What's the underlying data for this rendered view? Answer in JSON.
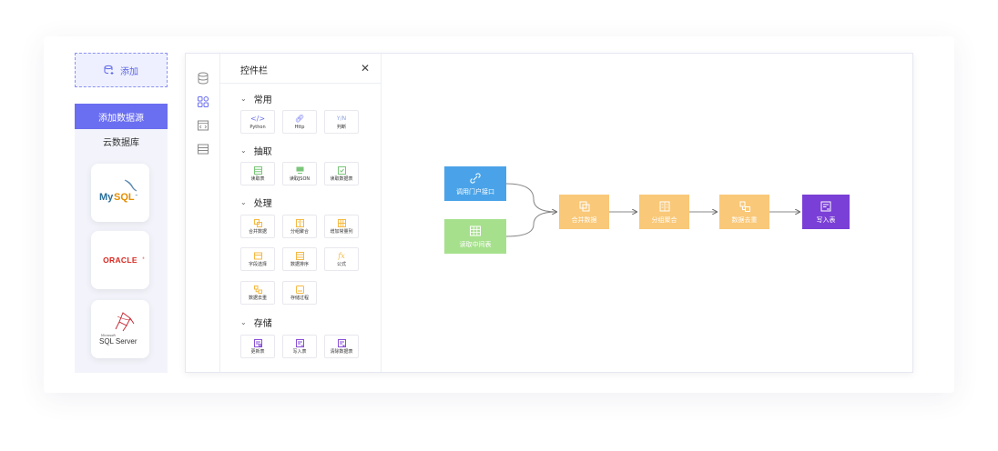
{
  "source_panel": {
    "add_label": "添加",
    "header": "添加数据源",
    "section": "云数据库",
    "databases": [
      {
        "name": "MySQL",
        "icon": "mysql-logo"
      },
      {
        "name": "ORACLE",
        "icon": "oracle-logo"
      },
      {
        "name": "SQL Server",
        "icon": "sqlserver-logo"
      }
    ]
  },
  "palette": {
    "title": "控件栏",
    "close_icon": "close-icon",
    "groups": [
      {
        "label": "常用",
        "items": [
          {
            "label": "Python",
            "icon": "code-icon",
            "color": "#6a6ef0"
          },
          {
            "label": "Http",
            "icon": "link-icon",
            "color": "#6a6ef0"
          },
          {
            "label": "判断",
            "icon": "yn-icon",
            "color": "#8aa0d8"
          }
        ]
      },
      {
        "label": "抽取",
        "items": [
          {
            "label": "读取表",
            "icon": "table-icon",
            "color": "#7bc67b"
          },
          {
            "label": "读取JSON",
            "icon": "json-icon",
            "color": "#7bc67b"
          },
          {
            "label": "读取数据表",
            "icon": "sheet-icon",
            "color": "#7bc67b"
          }
        ]
      },
      {
        "label": "处理",
        "items": [
          {
            "label": "合并数据",
            "icon": "merge-icon",
            "color": "#f5b942"
          },
          {
            "label": "分组聚合",
            "icon": "group-icon",
            "color": "#f5b942"
          },
          {
            "label": "增加常量列",
            "icon": "column-icon",
            "color": "#f5b942"
          },
          {
            "label": "字段选择",
            "icon": "field-icon",
            "color": "#f5b942"
          },
          {
            "label": "数据排序",
            "icon": "sort-icon",
            "color": "#f5b942"
          },
          {
            "label": "公式",
            "icon": "fx-icon",
            "color": "#f5b942"
          },
          {
            "label": "数据去重",
            "icon": "dedupe-icon",
            "color": "#f5b942"
          },
          {
            "label": "存储过程",
            "icon": "procedure-icon",
            "color": "#f5b942"
          }
        ]
      },
      {
        "label": "存储",
        "items": [
          {
            "label": "更新表",
            "icon": "update-icon",
            "color": "#8a4fd8"
          },
          {
            "label": "写入表",
            "icon": "write-icon",
            "color": "#8a4fd8"
          },
          {
            "label": "清除数据表",
            "icon": "clear-icon",
            "color": "#8a4fd8"
          }
        ]
      }
    ]
  },
  "flow": {
    "nodes": [
      {
        "id": "api",
        "label": "调用门户接口",
        "color": "#4aa3e8",
        "icon": "link-icon"
      },
      {
        "id": "read",
        "label": "读取中间表",
        "color": "#a6e08c",
        "icon": "table-icon"
      },
      {
        "id": "merge",
        "label": "合并数据",
        "color": "#f9c878",
        "icon": "merge-icon"
      },
      {
        "id": "group",
        "label": "分组聚合",
        "color": "#f9c878",
        "icon": "group-icon"
      },
      {
        "id": "dedupe",
        "label": "数据去重",
        "color": "#f9c878",
        "icon": "dedupe-icon"
      },
      {
        "id": "write",
        "label": "写入表",
        "color": "#7a3fd6",
        "icon": "write-icon"
      }
    ]
  },
  "colors": {
    "accent": "#6a6ef0",
    "panel_bg": "#f3f4fb"
  }
}
